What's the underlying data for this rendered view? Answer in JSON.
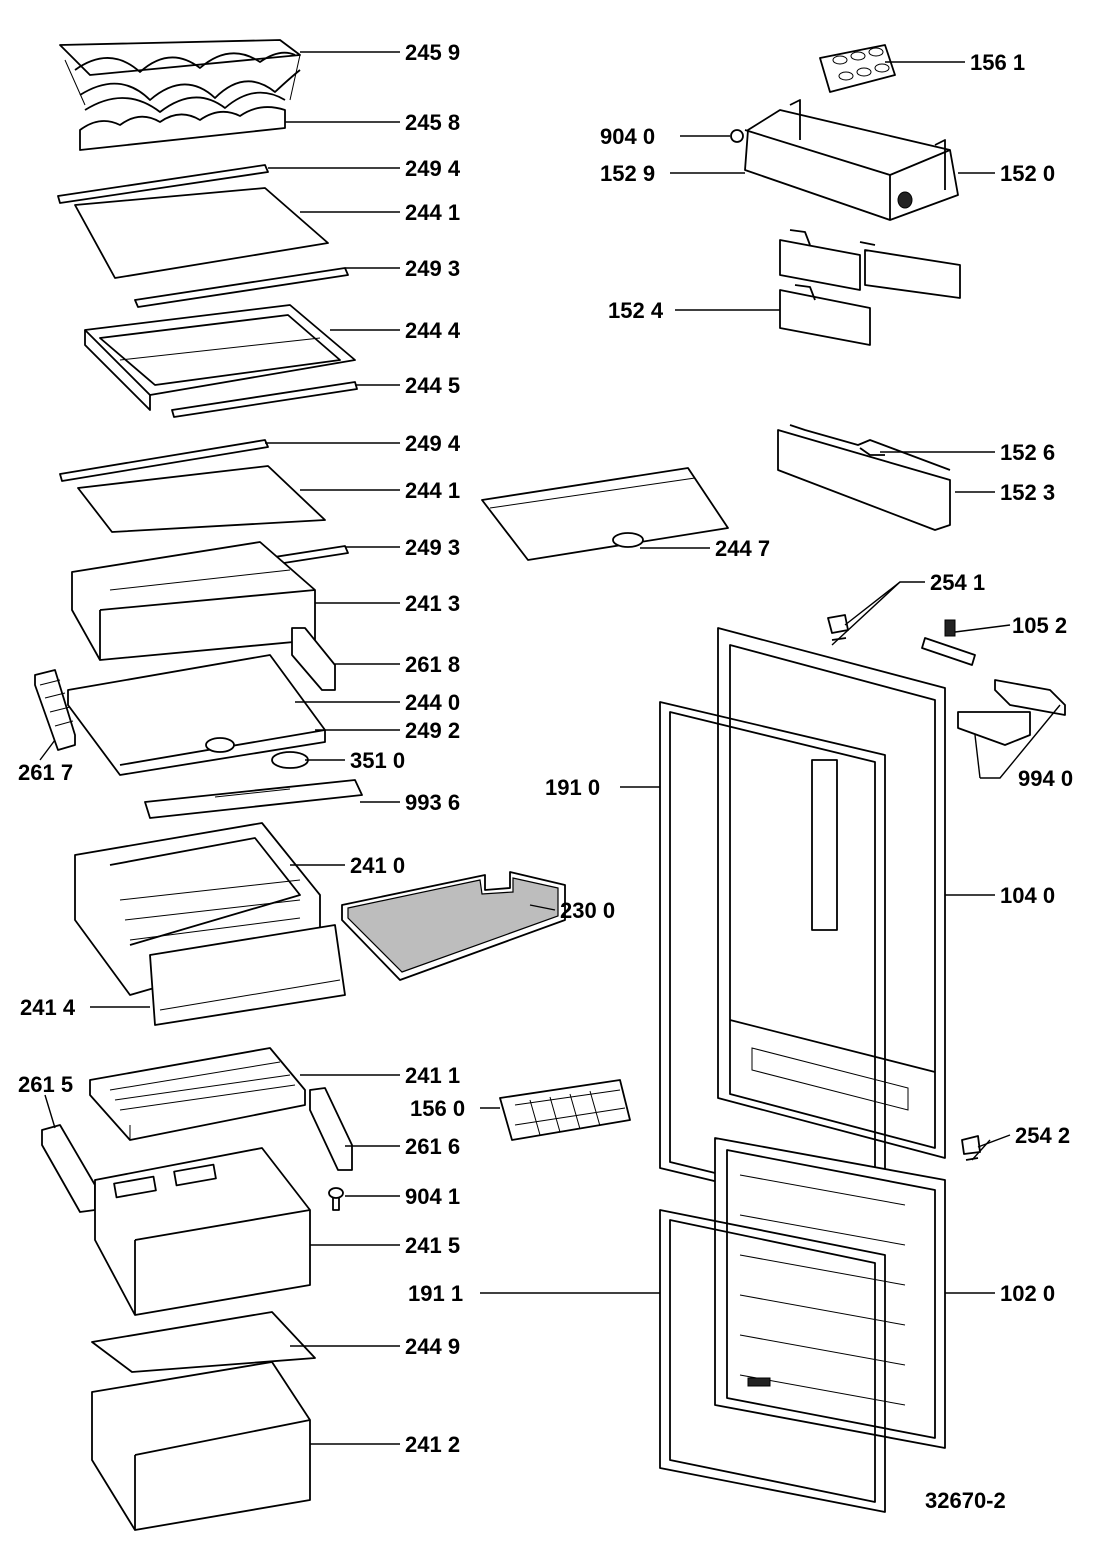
{
  "diagram": {
    "drawing_number": "32670-2",
    "labels": [
      "245 9",
      "245 8",
      "249 4",
      "244 1",
      "249 3",
      "244 4",
      "244 5",
      "249 4",
      "244 1",
      "249 3",
      "241 3",
      "261 8",
      "244 0",
      "249 2",
      "261 7",
      "351 0",
      "993 6",
      "241 0",
      "230 0",
      "241 4",
      "241 1",
      "261 5",
      "156 0",
      "261 6",
      "904 1",
      "241 5",
      "244 9",
      "241 2",
      "156 1",
      "904 0",
      "152 9",
      "152 0",
      "152 4",
      "152 6",
      "152 3",
      "244 7",
      "254 1",
      "105 2",
      "994 0",
      "191 0",
      "104 0",
      "254 2",
      "191 1",
      "102 0"
    ]
  }
}
